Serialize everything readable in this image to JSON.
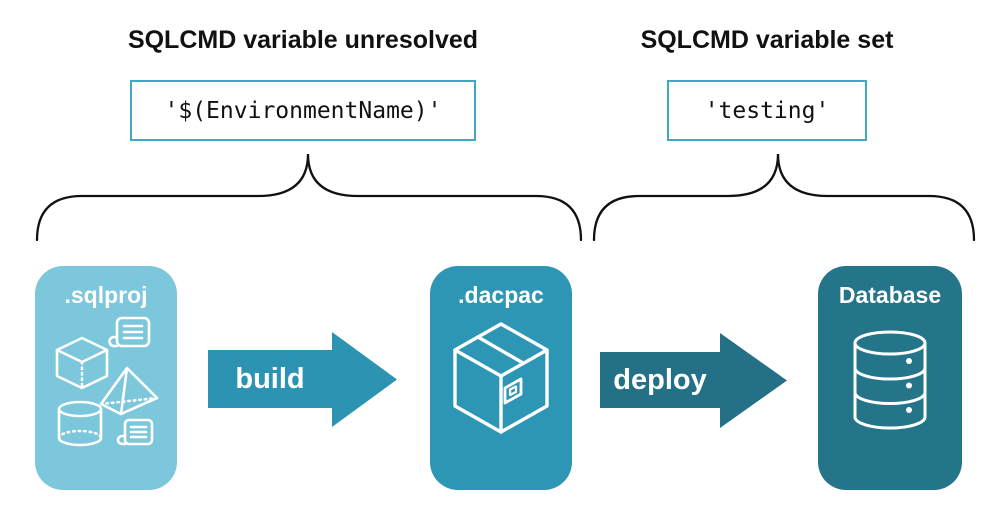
{
  "diagram": {
    "annotations": {
      "unresolved": {
        "title": "SQLCMD variable unresolved",
        "code": "'$(EnvironmentName)'"
      },
      "resolved": {
        "title": "SQLCMD variable set",
        "code": "'testing'"
      }
    },
    "stages": [
      {
        "label": ".sqlproj",
        "icon": "sql-objects-icon",
        "color": "#7cc7db"
      },
      {
        "label": ".dacpac",
        "icon": "package-icon",
        "color": "#2e96b5"
      },
      {
        "label": "Database",
        "icon": "database-icon",
        "color": "#24758a"
      }
    ],
    "arrows": [
      {
        "label": "build",
        "color": "#2d93b2"
      },
      {
        "label": "deploy",
        "color": "#247087"
      }
    ],
    "colors": {
      "code_box_border": "#3fa8c2",
      "text": "#111111",
      "brace": "#111111",
      "background": "#ffffff"
    }
  }
}
